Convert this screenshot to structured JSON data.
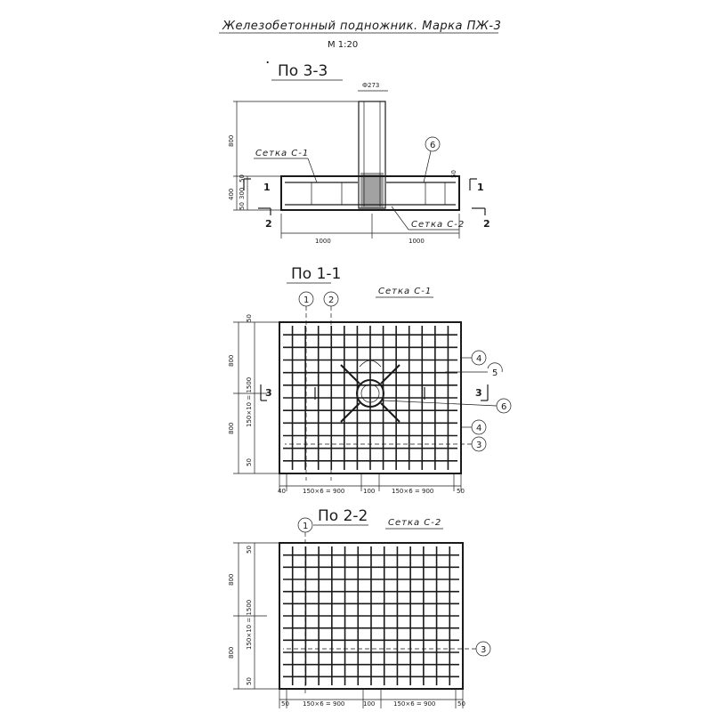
{
  "title": "Железобетонный подножник. Марка ПЖ-3",
  "scale": "М 1:20",
  "section_33": {
    "heading": "По 3-3",
    "pipe_dim": "Ф273",
    "left_label": "Сетка С-1",
    "bottom_label": "Сетка С-2",
    "bubble": "6",
    "dims_vertical": [
      "800",
      "400",
      "50",
      "300",
      "50"
    ],
    "dim_small": "50",
    "dims_horizontal": [
      "1000",
      "1000"
    ],
    "cut_left_top": "1",
    "cut_right_top": "1",
    "cut_left_bottom": "2",
    "cut_right_bottom": "2"
  },
  "section_11": {
    "heading": "По 1-1",
    "mesh_label": "Сетка С-1",
    "bubbles": [
      "1",
      "2",
      "4",
      "5",
      "6",
      "4",
      "3"
    ],
    "cut_left": "3",
    "cut_right": "3",
    "dims_vertical": [
      "800",
      "150×10 = 1500",
      "800",
      "50",
      "50"
    ],
    "dims_horizontal": [
      "40",
      "150×6 = 900",
      "100",
      "150×6 = 900",
      "50"
    ]
  },
  "section_22": {
    "heading": "По 2-2",
    "mesh_label": "Сетка С-2",
    "bubbles": [
      "1",
      "3"
    ],
    "dims_vertical": [
      "800",
      "150×10 = 1500",
      "800",
      "50",
      "50"
    ],
    "dims_horizontal": [
      "50",
      "150×6 = 900",
      "100",
      "150×6 = 900",
      "50"
    ]
  }
}
